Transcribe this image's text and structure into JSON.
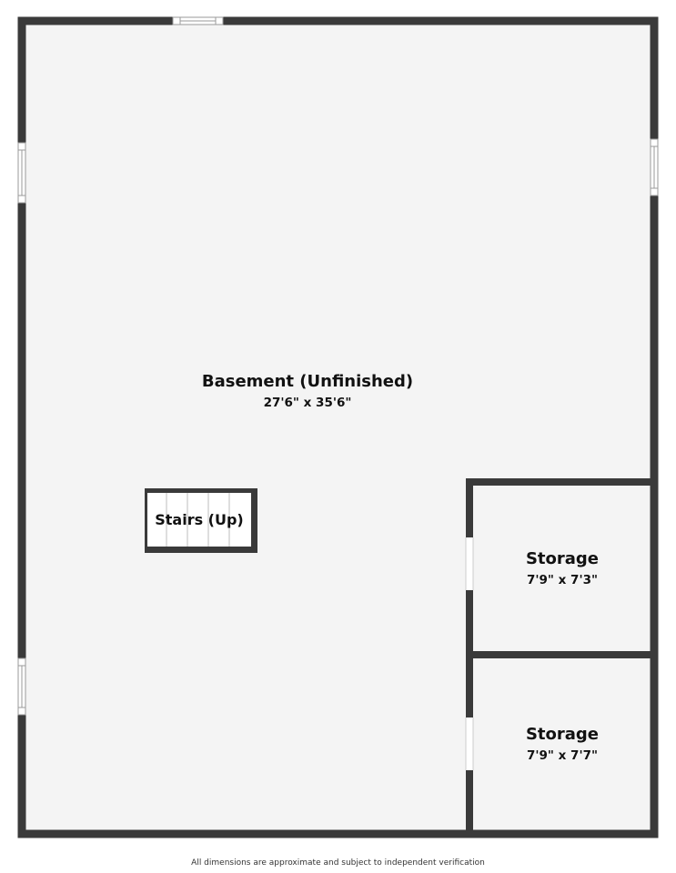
{
  "rooms": {
    "basement": {
      "name": "Basement (Unfinished)",
      "dimensions": "27'6\" x 35'6\""
    },
    "storage_1": {
      "name": "Storage",
      "dimensions": "7'9\" x 7'3\""
    },
    "storage_2": {
      "name": "Storage",
      "dimensions": "7'9\" x 7'7\""
    }
  },
  "stairs": {
    "label": "Stairs (Up)"
  },
  "disclaimer": "All dimensions are approximate and subject to independent verification",
  "colors": {
    "wall": "#3a3a3a",
    "floor": "#f4f4f4",
    "window": "#ffffff"
  }
}
